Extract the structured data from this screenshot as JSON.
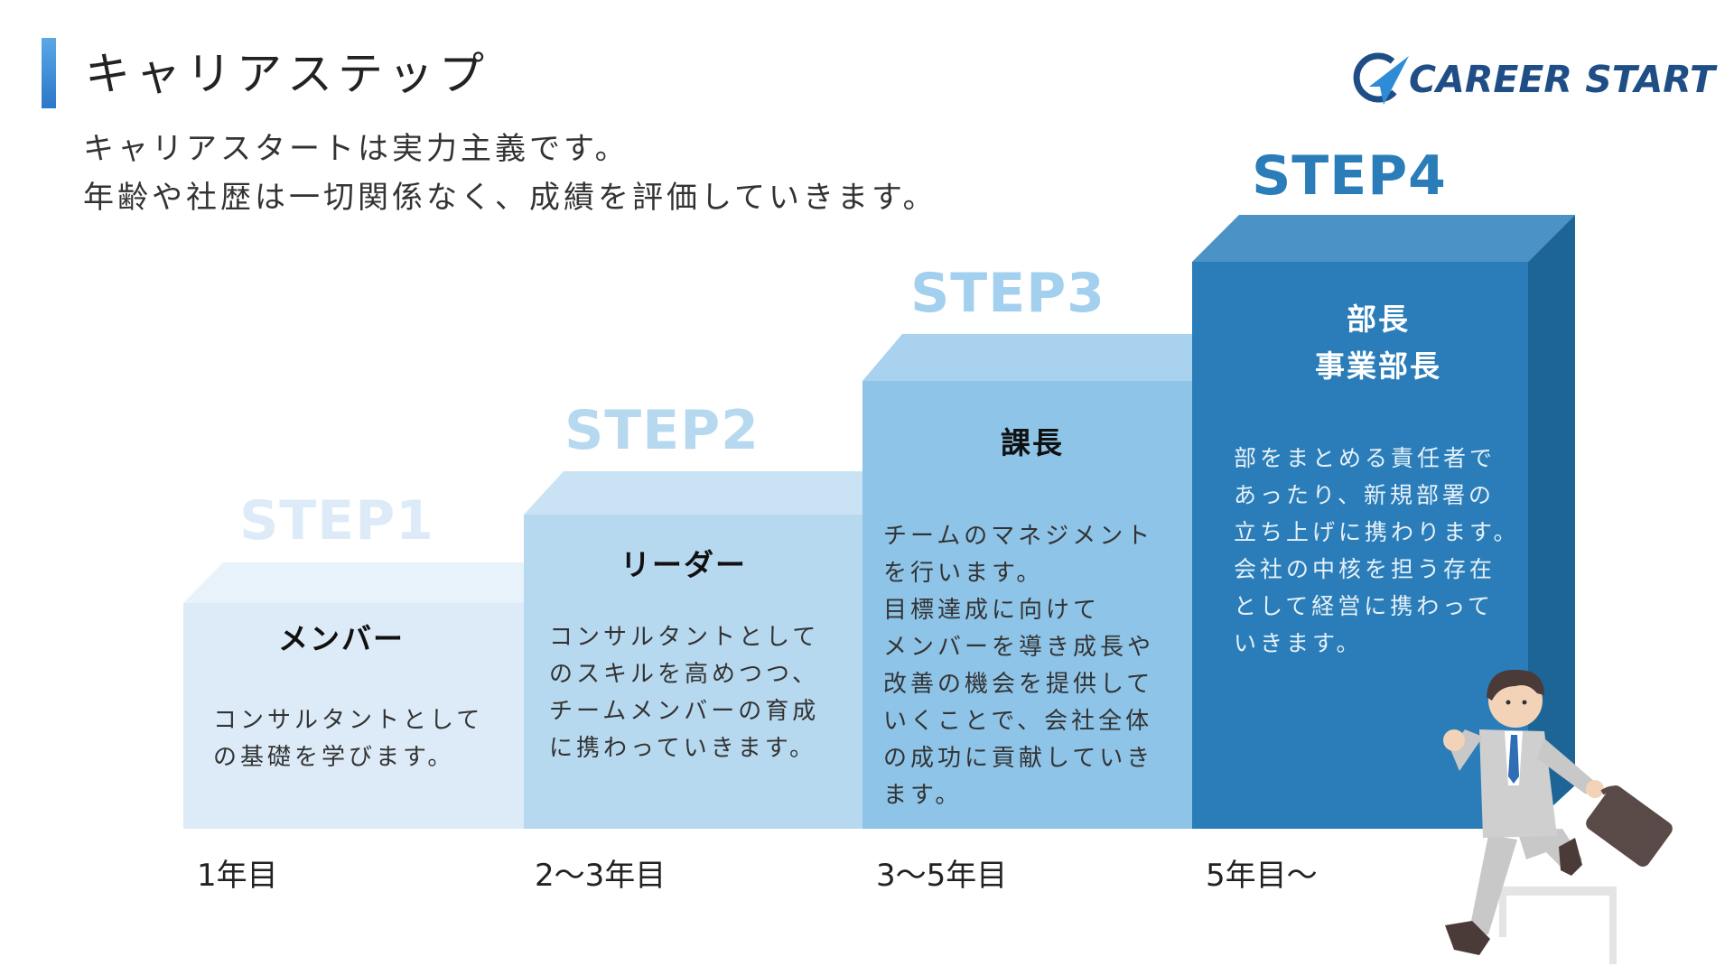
{
  "header": {
    "title": "キャリアステップ",
    "logo_text": "CAREER START",
    "intro_lines": [
      "キャリアスタートは実力主義です。",
      "年齢や社歴は一切関係なく、成績を評価していきます。"
    ]
  },
  "steps": [
    {
      "label": "STEP1",
      "role_lines": [
        "メンバー"
      ],
      "description_lines": [
        "コンサルタントとして",
        "の基礎を学びます。"
      ],
      "period": "1年目",
      "color_front": "#dcebf7",
      "color_label": "#dcebf7"
    },
    {
      "label": "STEP2",
      "role_lines": [
        "リーダー"
      ],
      "description_lines": [
        "コンサルタントとして",
        "のスキルを高めつつ、",
        "チームメンバーの育成",
        "に携わっていきます。"
      ],
      "period": "2〜3年目",
      "color_front": "#b7d9f0",
      "color_label": "#b7d9f0"
    },
    {
      "label": "STEP3",
      "role_lines": [
        "課長"
      ],
      "description_lines": [
        "チームのマネジメント",
        "を行います。",
        "目標達成に向けて",
        "メンバーを導き成長や",
        "改善の機会を提供して",
        "いくことで、会社全体",
        "の成功に貢献していき",
        "ます。"
      ],
      "period": "3〜5年目",
      "color_front": "#8ec4e8",
      "color_label": "#8ec4e8"
    },
    {
      "label": "STEP4",
      "role_lines": [
        "部長",
        "事業部長"
      ],
      "description_lines": [
        "部をまとめる責任者で",
        "あったり、新規部署の",
        "立ち上げに携わります。",
        "会社の中核を担う存在",
        "として経営に携わって",
        "いきます。"
      ],
      "period": "5年目〜",
      "color_front": "#2a7db8",
      "color_label": "#2a7db8"
    }
  ]
}
